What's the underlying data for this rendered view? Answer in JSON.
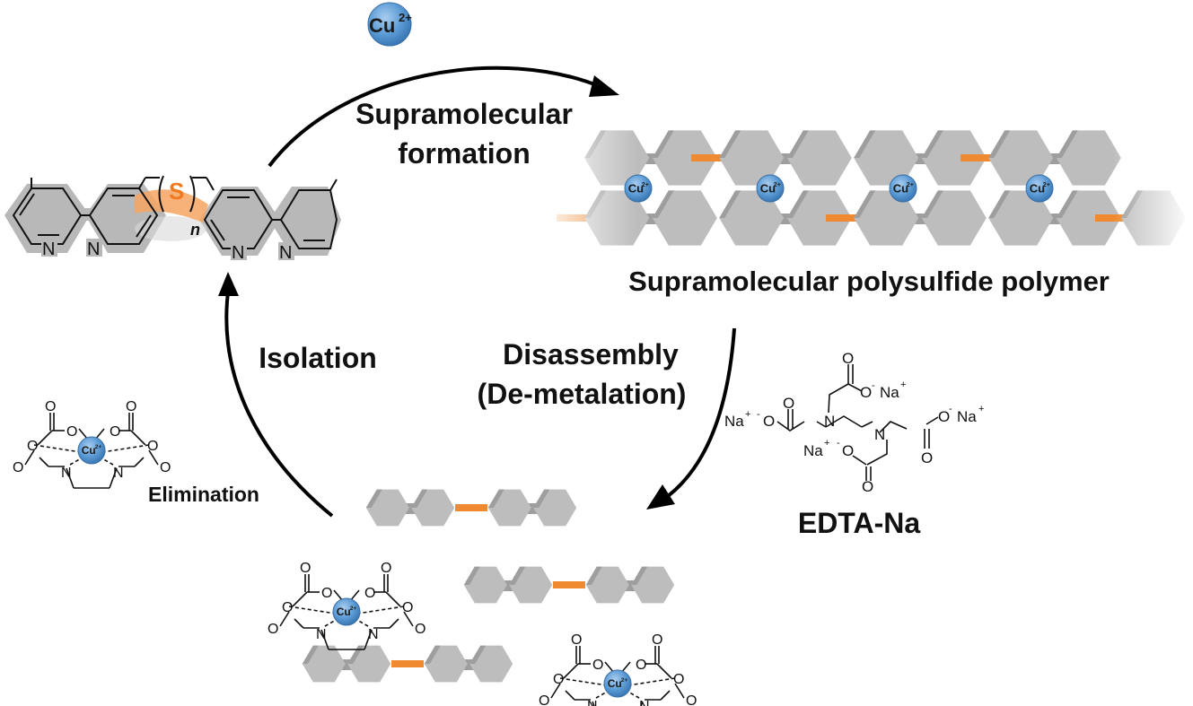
{
  "title": "Supramolecular polysulfide polymer formation / disassembly cycle",
  "steps": {
    "formation": {
      "line1": "Supramolecular",
      "line2": "formation"
    },
    "disassembly": {
      "line1": "Disassembly",
      "line2": "(De-metalation)"
    },
    "isolation": "Isolation",
    "elimination": "Elimination"
  },
  "reagents": {
    "metal_ion": {
      "symbol": "Cu",
      "charge": "2+"
    },
    "chelator": {
      "name": "EDTA-Na",
      "counter_ion": "Na",
      "counter_charge": "+",
      "anion_charge": "-",
      "atoms": {
        "O": "O",
        "N": "N"
      }
    }
  },
  "product_label": "Supramolecular polysulfide polymer",
  "monomer": {
    "sulfur": "S",
    "repeat": "n",
    "nitrogen": "N"
  },
  "colors": {
    "sulfur_orange": "#f08a30",
    "cu_blue": "#5b9bd5",
    "block_gray": "#bdbdbd",
    "block_gray_dark": "#9e9e9e",
    "arrow": "#000000"
  }
}
